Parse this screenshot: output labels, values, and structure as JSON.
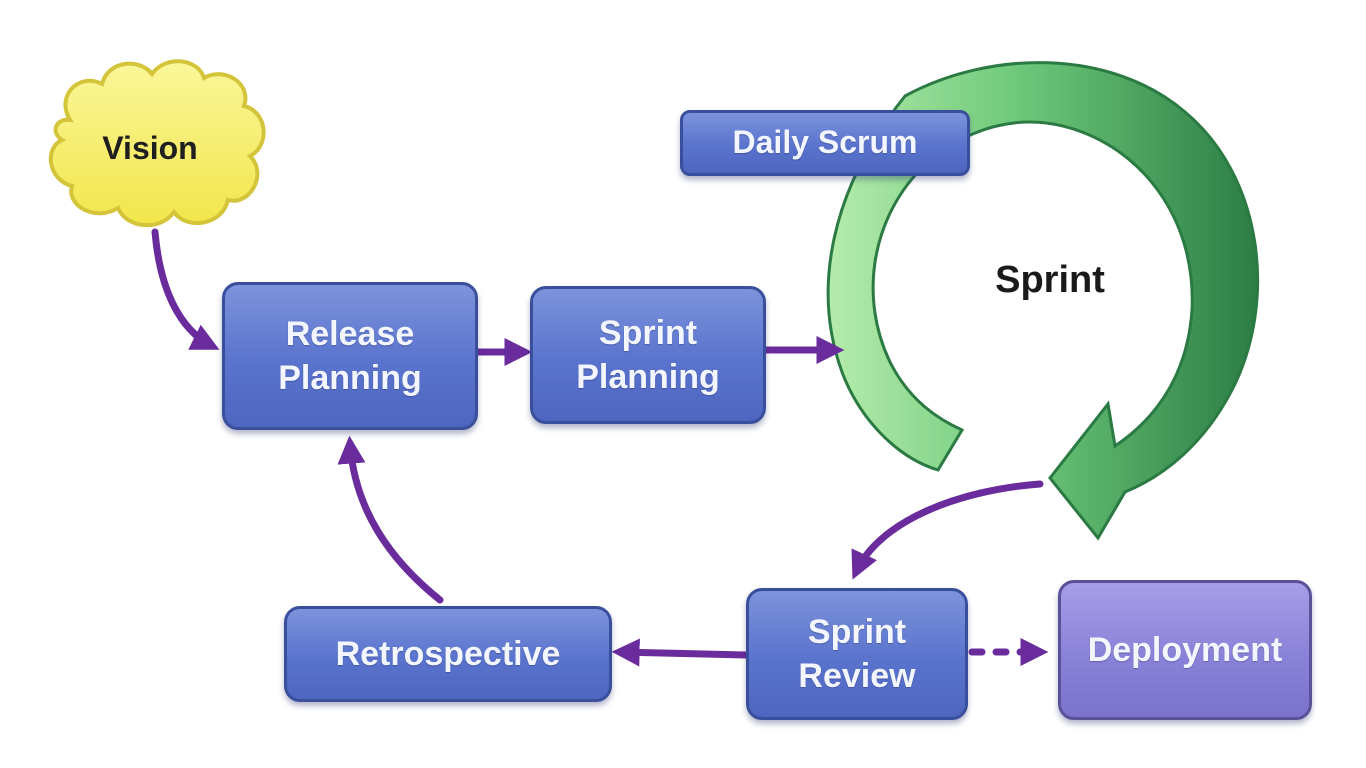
{
  "nodes": {
    "vision": "Vision",
    "release_planning": "Release\nPlanning",
    "sprint_planning": "Sprint\nPlanning",
    "daily_scrum": "Daily Scrum",
    "sprint": "Sprint",
    "sprint_review": "Sprint\nReview",
    "retrospective": "Retrospective",
    "deployment": "Deployment"
  },
  "colors": {
    "box_fill": "#5a73cd",
    "box_border": "#3a4f9c",
    "deployment_fill": "#8a82d8",
    "arrow": "#6a2c9c",
    "cloud_fill": "#f7f06a",
    "cloud_border": "#d8c93a",
    "cycle_arrow_light": "#a8e6a0",
    "cycle_arrow_dark": "#2f8a4a"
  },
  "icons": {
    "vision_shape": "cloud",
    "sprint_shape": "circular-arrow"
  }
}
